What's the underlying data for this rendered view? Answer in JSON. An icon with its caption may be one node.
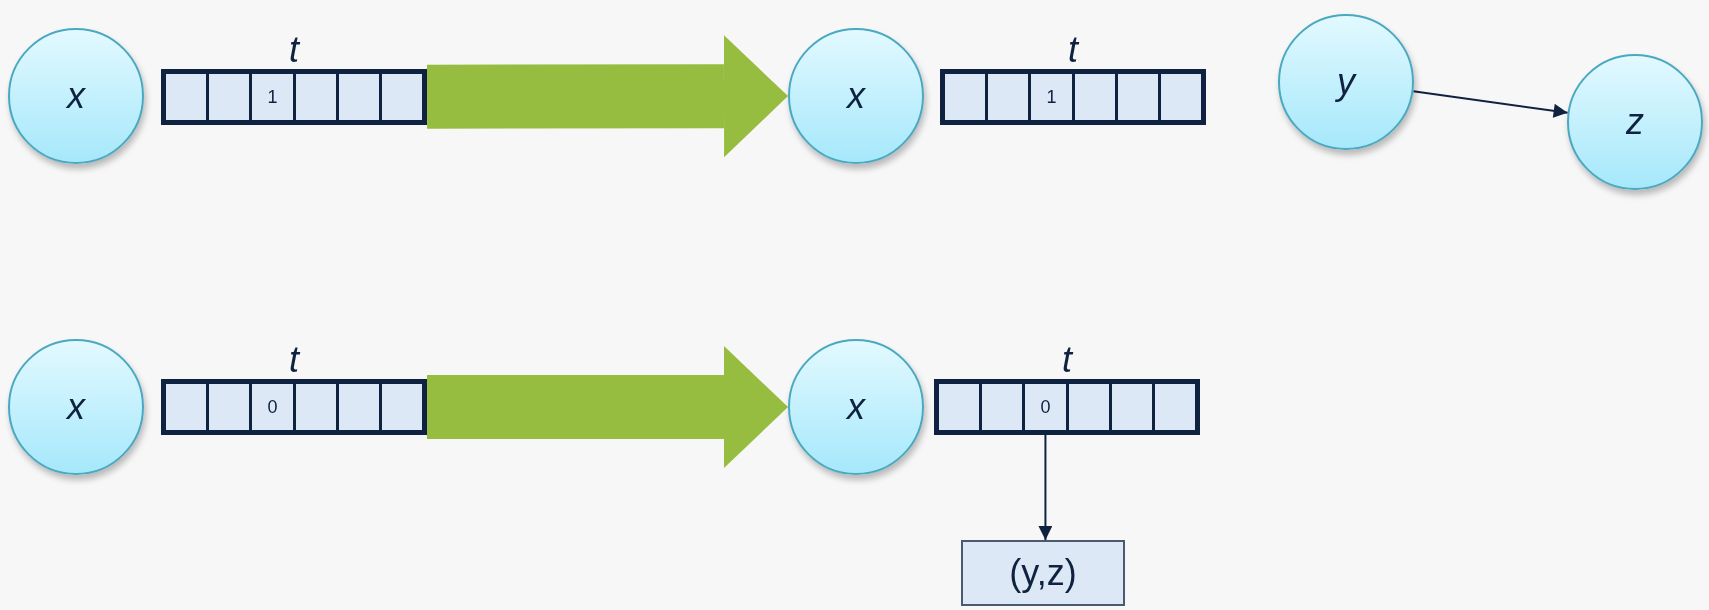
{
  "diagram": {
    "nodes": [
      {
        "text": [
          "x"
        ]
      },
      {
        "text": [
          "t"
        ]
      },
      {
        "text": [],
        "shape": "box",
        "in": 1
      },
      {
        "text": [],
        "shape": "box",
        "in": 1
      },
      {
        "text": [
          "1"
        ],
        "in": 1
      },
      {
        "text": [],
        "shape": "box",
        "in": 1
      },
      {
        "text": [],
        "shape": "box",
        "in": 1
      },
      {
        "text": [],
        "shape": "box",
        "in": 1
      },
      {
        "text": [
          "x"
        ]
      },
      {
        "text": [
          "t"
        ]
      },
      {
        "text": [],
        "shape": "box",
        "in": 9
      },
      {
        "text": [],
        "shape": "box",
        "in": 9
      },
      {
        "text": [
          "1"
        ],
        "in": 9
      },
      {
        "text": [],
        "shape": "box",
        "in": 9
      },
      {
        "text": [],
        "shape": "box",
        "in": 9
      },
      {
        "text": [],
        "shape": "box",
        "in": 9
      },
      {
        "text": [
          "y"
        ]
      },
      {
        "text": [
          "z"
        ]
      },
      {
        "text": [
          "x"
        ]
      },
      {
        "text": [
          "t"
        ]
      },
      {
        "text": [],
        "shape": "box",
        "in": 19
      },
      {
        "text": [],
        "shape": "box",
        "in": 19
      },
      {
        "text": [
          "0"
        ],
        "in": 19
      },
      {
        "text": [],
        "shape": "box",
        "in": 19
      },
      {
        "text": [],
        "shape": "box",
        "in": 19
      },
      {
        "text": [],
        "shape": "box",
        "in": 19
      },
      {
        "text": [
          "x"
        ]
      },
      {
        "text": [
          "t"
        ]
      },
      {
        "text": [],
        "shape": "box",
        "in": 27
      },
      {
        "text": [],
        "shape": "box",
        "in": 27
      },
      {
        "text": [
          "0"
        ],
        "in": 27
      },
      {
        "text": [],
        "shape": "box",
        "in": 27
      },
      {
        "text": [],
        "shape": "box",
        "in": 27
      },
      {
        "text": [],
        "shape": "box",
        "in": 27
      },
      {
        "text": [
          "(y,z)"
        ]
      }
    ],
    "edges": [
      {
        "from": 1,
        "to": 8,
        "arrow": "to",
        "style": "thick",
        "color": "#96bd3f"
      },
      {
        "from": 16,
        "to": 17,
        "arrow": "to",
        "color": "#0f2240"
      },
      {
        "from": 19,
        "to": 26,
        "arrow": "to",
        "style": "thick",
        "color": "#96bd3f"
      },
      {
        "from": 30,
        "to": 34,
        "arrow": "to",
        "color": "#0f2240"
      }
    ]
  }
}
